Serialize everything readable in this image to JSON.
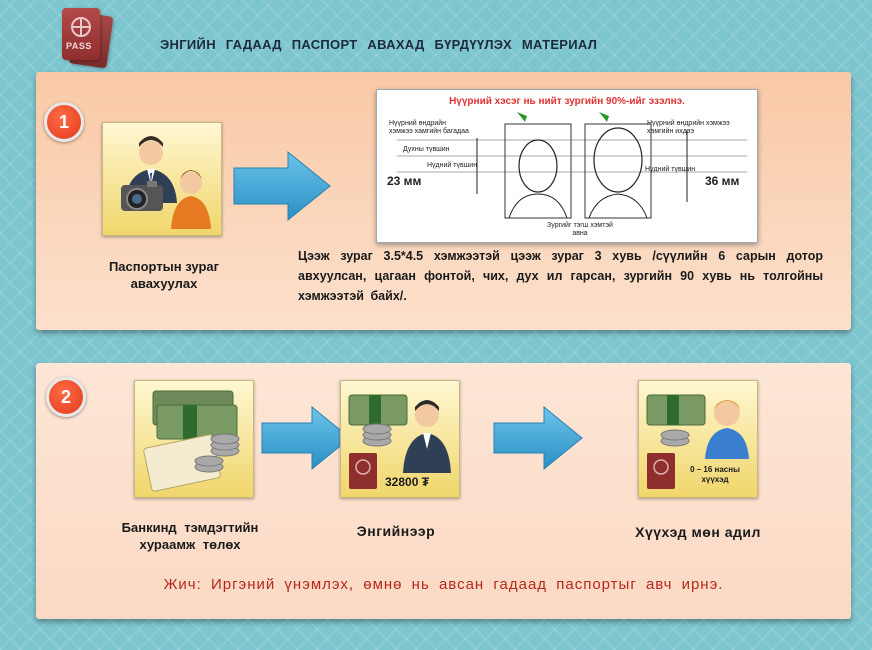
{
  "header": {
    "title": "ЭНГИЙН ГАДААД ПАСПОРТ АВАХАД БҮРДҮҮЛЭХ МАТЕРИАЛ",
    "passport_text": "PASS"
  },
  "step1": {
    "number": "1",
    "caption": "Паспортын зураг авахуулах",
    "photo_spec": {
      "heading": "Нүүрний хэсэг нь нийт зургийн 90%-ийг эзэлнэ.",
      "left_top_label": "Нүүрний өндрийн хэмжээ хамгийн багадаа",
      "eyebrow_label": "Духны түвшин",
      "chin_label_left": "Нүдний түвшин",
      "left_measure": "23 мм",
      "right_top_label": "Нүүрний өндрийн хэмжээ хамгийн ихдээ",
      "chin_label_right": "Нүдний түвшин",
      "right_measure": "36 мм",
      "bottom_label": "Зургийг тэгш хэмтэй авна"
    },
    "description": "Цээж зураг 3.5*4.5 хэмжээтэй цээж зураг 3 хувь /сүүлийн 6 сарын дотор авхуулсан, цагаан фонтой, чих, дух ил гарсан, зургийн 90 хувь нь толгойны хэмжээтэй байх/."
  },
  "step2": {
    "number": "2",
    "item1_caption": "Банкинд тэмдэгтийн хураамж төлөх",
    "item2_caption": "Энгийнээр",
    "item2_price": "32800 ₮",
    "item3_caption": "Хүүхэд мөн адил",
    "item3_age": "0 – 16 насны хүүхэд",
    "note": "Жич: Иргэний үнэмлэх, өмнө нь авсан гадаад паспортыг авч ирнэ."
  },
  "colors": {
    "arrow": "#3aa7d6",
    "badge": "#e23b1c",
    "note": "#b5281d"
  }
}
